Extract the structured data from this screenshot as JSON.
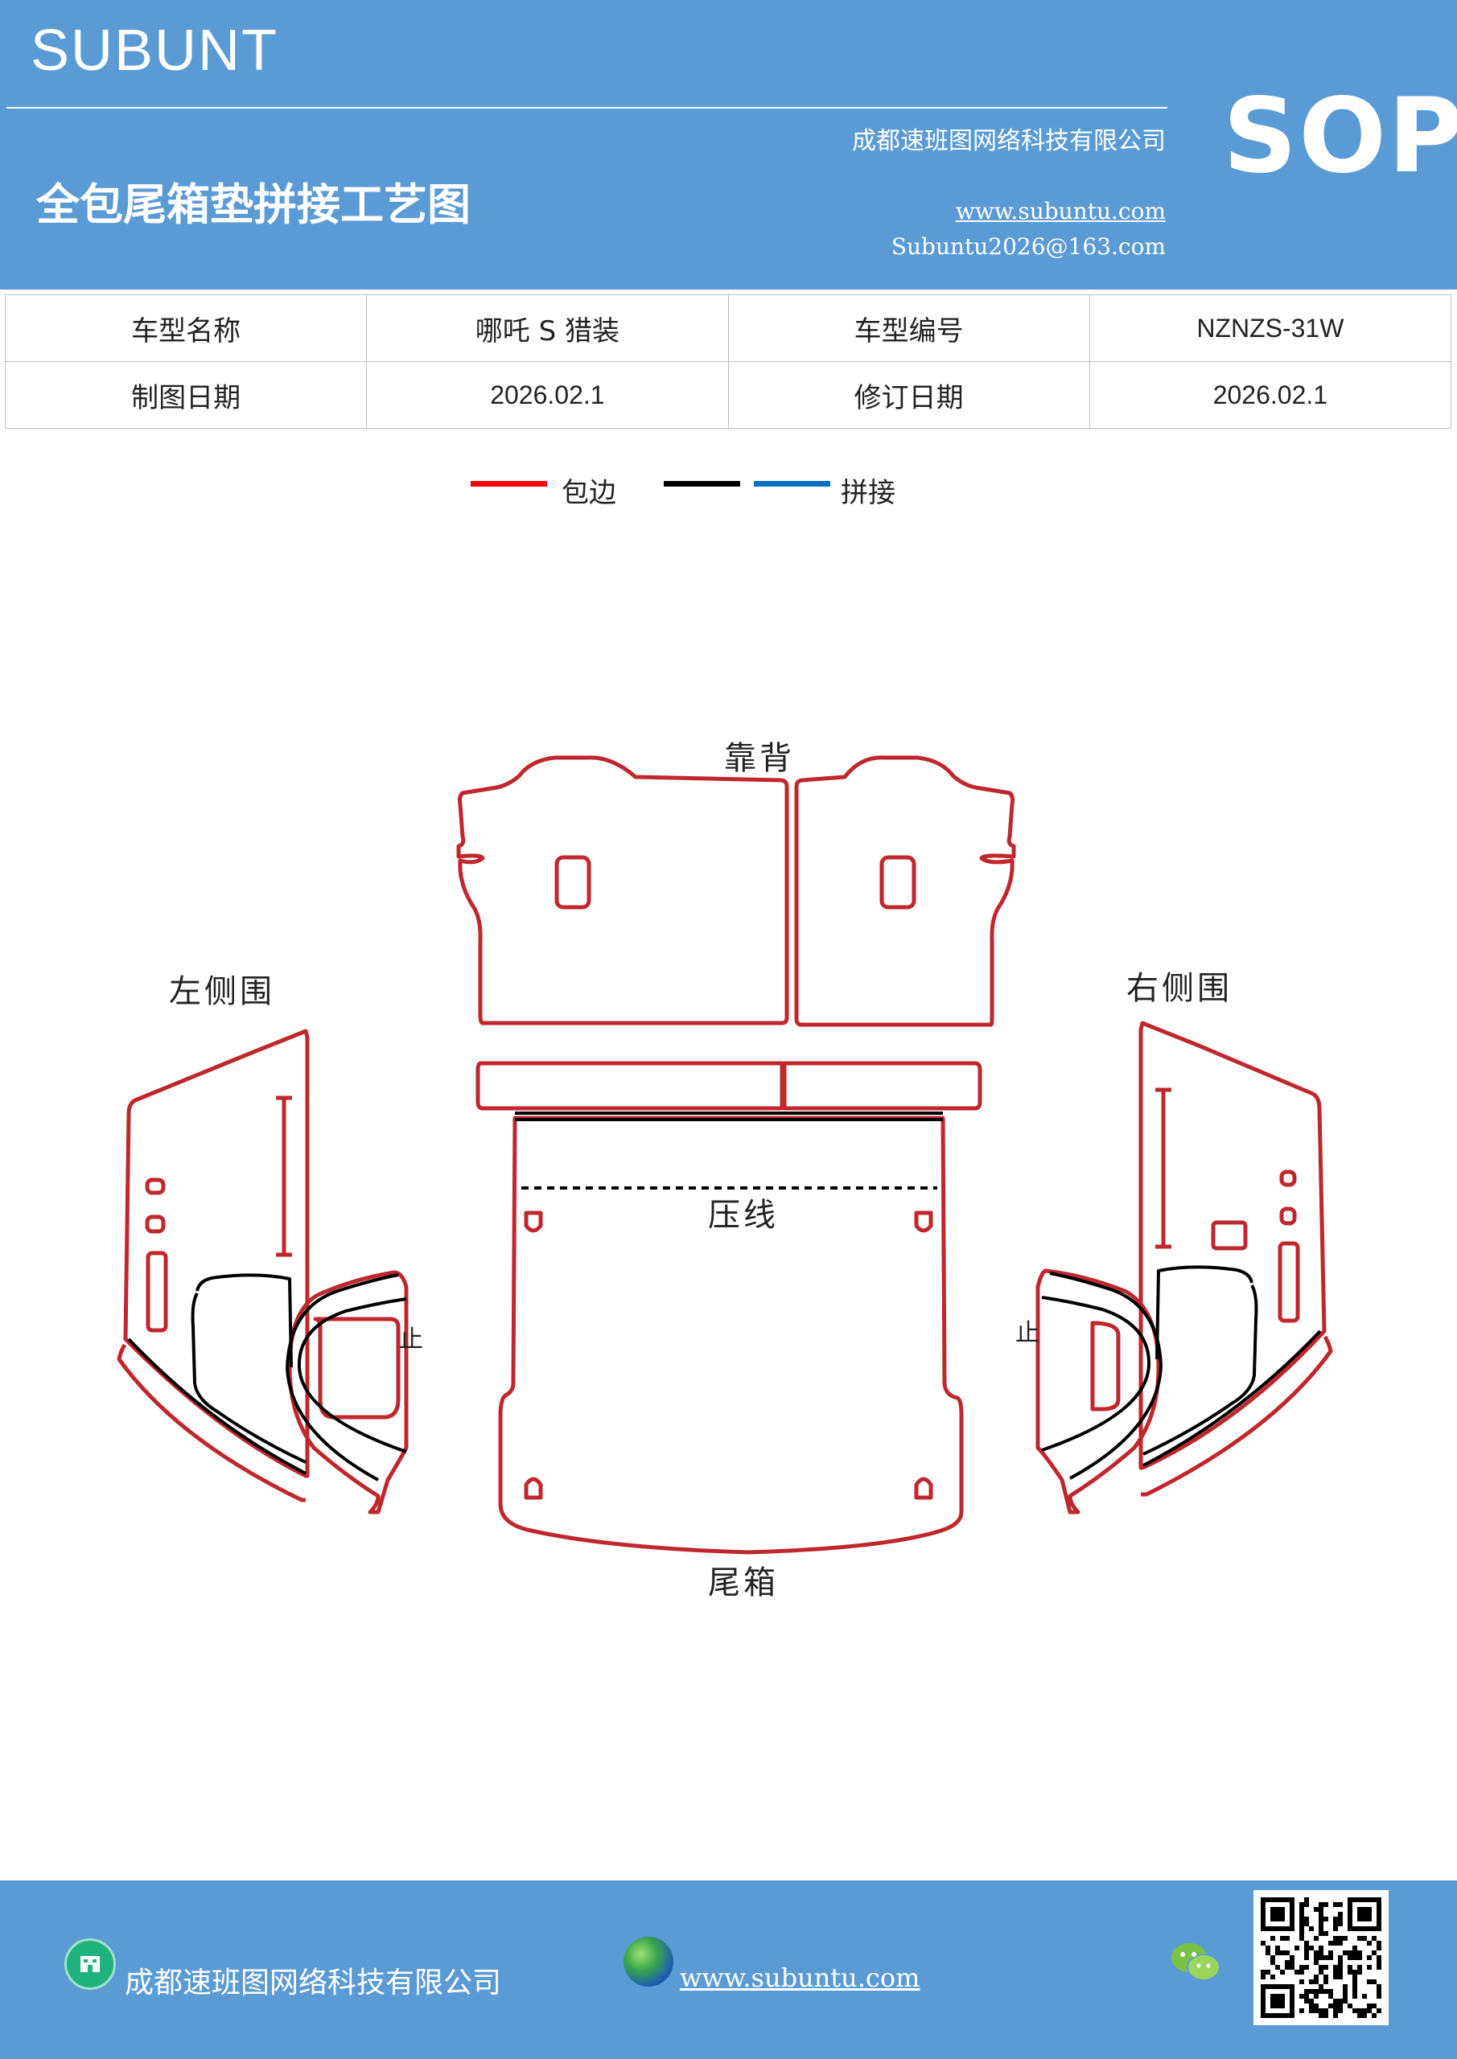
{
  "header": {
    "brand": "SUBUNT",
    "company": "成都速班图网络科技有限公司",
    "title": "全包尾箱垫拼接工艺图",
    "website": "www.subuntu.com",
    "email": "Subuntu2026@163.com",
    "badge": "SOP"
  },
  "info_table": {
    "row1": [
      "车型名称",
      "哪吒 S 猎装",
      "车型编号",
      "NZNZS-31W"
    ],
    "row2": [
      "制图日期",
      "2026.02.1",
      "修订日期",
      "2026.02.1"
    ]
  },
  "legend": {
    "items": [
      {
        "label": "包边",
        "color": "#ff0000"
      },
      {
        "label": "",
        "color": "#000000"
      },
      {
        "label": "拼接",
        "color": "#0070c0"
      }
    ]
  },
  "diagram": {
    "backrest_label": "靠背",
    "left_side_label": "左侧围",
    "right_side_label": "右侧围",
    "press_line_label": "压线",
    "trunk_label": "尾箱",
    "left_marker": "止",
    "right_marker": "止",
    "outline_color": "#c0272d"
  },
  "footer": {
    "company": "成都速班图网络科技有限公司",
    "website": "www.subuntu.com",
    "icons": [
      "building-icon",
      "globe-icon",
      "wechat-icon",
      "qr-code"
    ]
  }
}
